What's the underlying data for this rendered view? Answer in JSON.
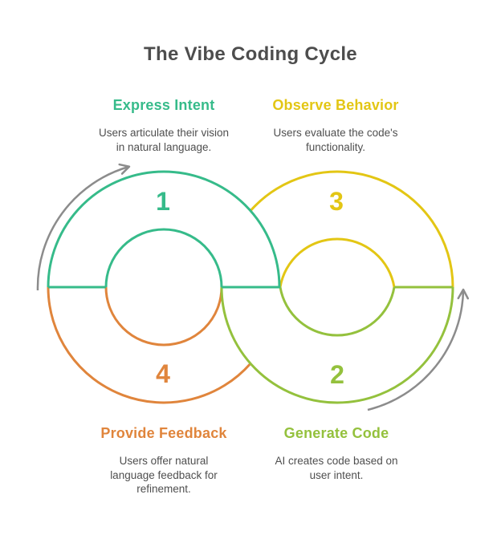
{
  "title": "The Vibe Coding Cycle",
  "phases": {
    "express": {
      "num": "1",
      "label": "Express Intent",
      "desc": "Users articulate their vision\nin natural language.",
      "color": "#36bb8a"
    },
    "observe": {
      "num": "3",
      "label": "Observe Behavior",
      "desc": "Users evaluate the code's\nfunctionality.",
      "color": "#e3c614"
    },
    "generate": {
      "num": "2",
      "label": "Generate Code",
      "desc": "AI creates code based on\nuser intent.",
      "color": "#94c13d"
    },
    "feedback": {
      "num": "4",
      "label": "Provide Feedback",
      "desc": "Users offer natural\nlanguage feedback for\nrefinement.",
      "color": "#e0853c"
    }
  },
  "arrow_color": "#8c8c8c",
  "text_colors": {
    "title": "#4d4d4d",
    "body": "#4f4f4f"
  }
}
